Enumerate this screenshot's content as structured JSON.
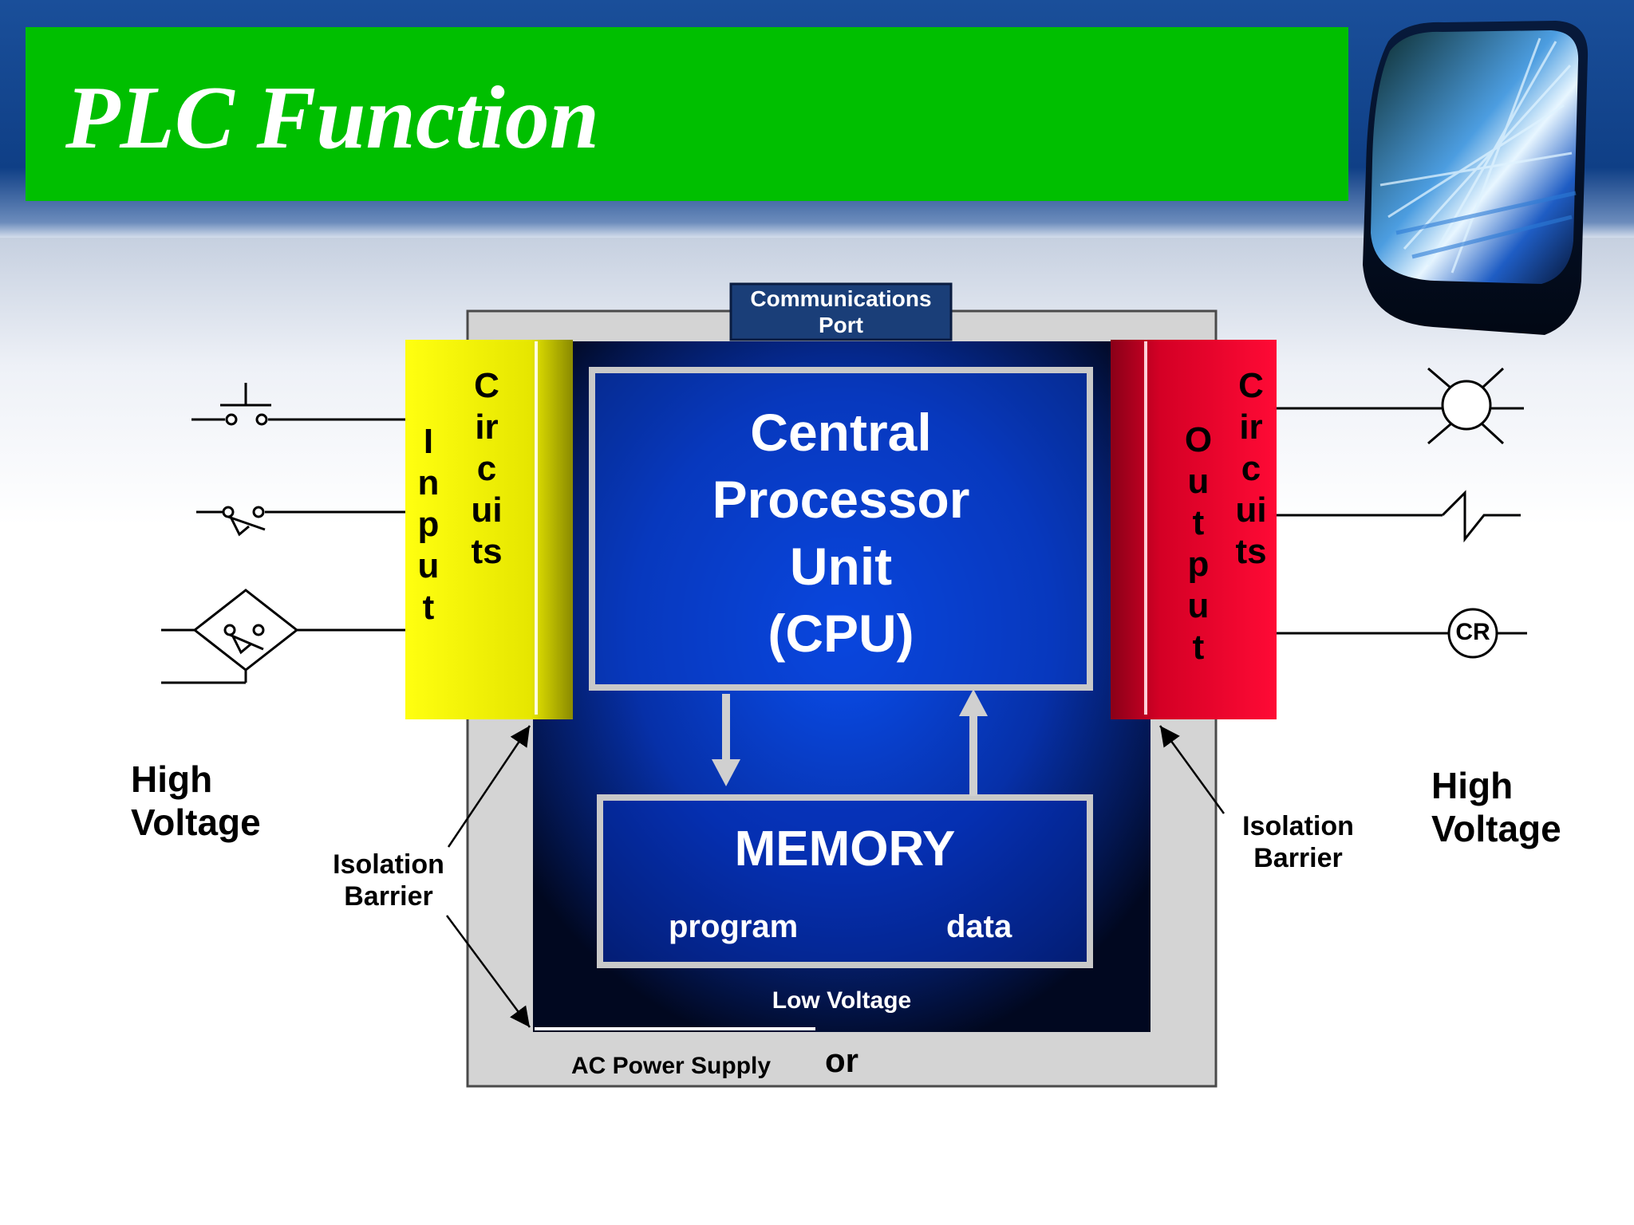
{
  "title": "PLC Function",
  "colors": {
    "title_bar": "#00bf00",
    "header": "#0f3f86",
    "input_circuits": "#f4f400",
    "output_circuits": "#e8002a",
    "cpu_blue": "#0a3fd0",
    "power_supply": "#d4d4d4",
    "comm_port": "#1a3e78"
  },
  "diagram": {
    "communications_port": {
      "line1": "Communications",
      "line2": "Port"
    },
    "input_label": "Input",
    "input_circuits_label": "Circuits",
    "output_label": "Output",
    "output_circuits_label": "Circuits",
    "cpu": {
      "line1": "Central",
      "line2": "Processor",
      "line3": "Unit",
      "line4": "(CPU)"
    },
    "memory": {
      "title": "MEMORY",
      "program": "program",
      "data": "data"
    },
    "low_voltage": "Low Voltage",
    "power_supply": "AC Power Supply",
    "or": "or",
    "isolation_left": {
      "line1": "Isolation",
      "line2": "Barrier"
    },
    "isolation_right": {
      "line1": "Isolation",
      "line2": "Barrier"
    },
    "high_voltage_left": {
      "line1": "High",
      "line2": "Voltage"
    },
    "high_voltage_right": {
      "line1": "High",
      "line2": "Voltage"
    },
    "control_relay": "CR"
  },
  "icons": {
    "inputs": [
      "pushbutton-switch-icon",
      "limit-switch-icon",
      "proximity-sensor-icon"
    ],
    "outputs": [
      "pilot-light-icon",
      "solenoid-coil-icon",
      "control-relay-icon"
    ]
  }
}
